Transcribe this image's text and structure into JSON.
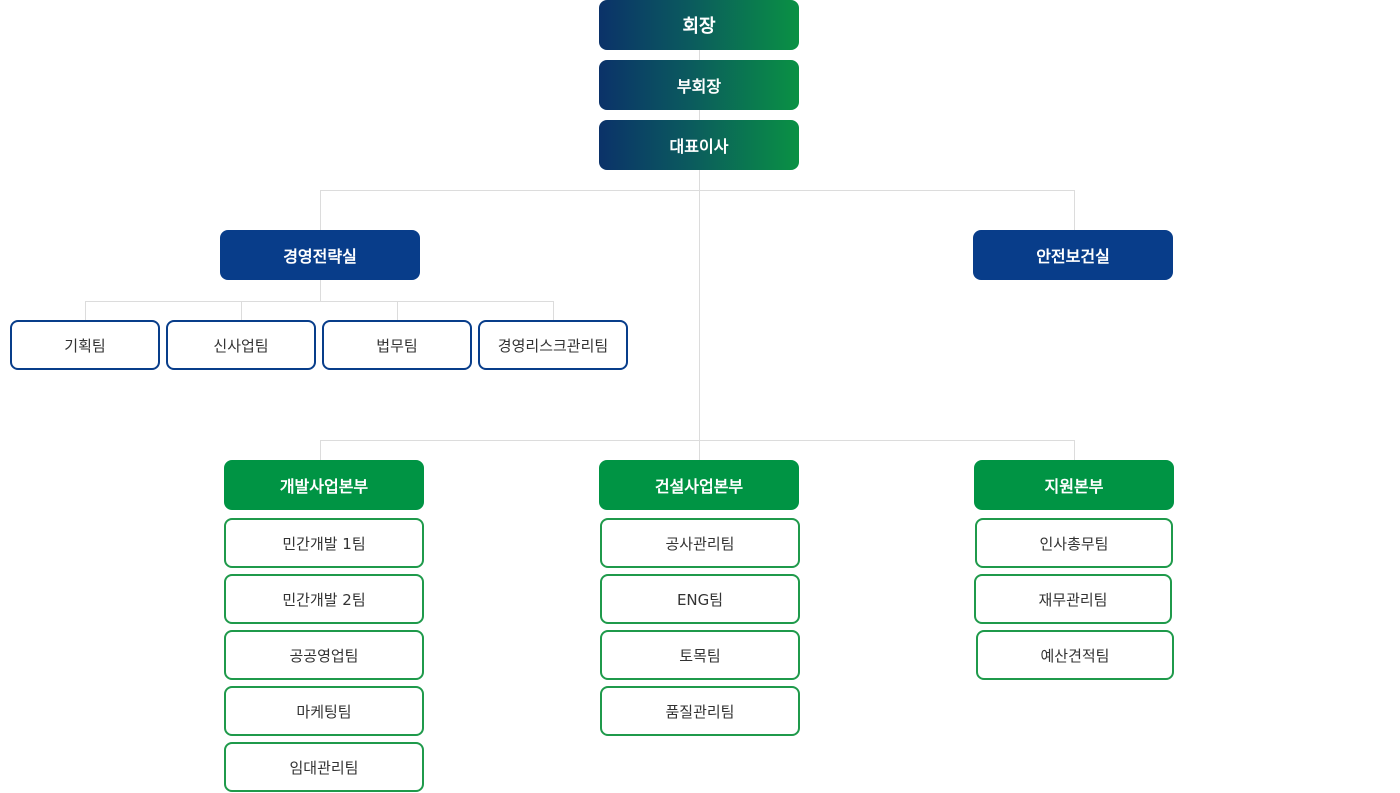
{
  "colors": {
    "navy": "#0b3269",
    "green": "#009444",
    "office_blue": "#083d8a",
    "team_green_border": "#1f9a4b",
    "connector": "#dcdcdc"
  },
  "executives": {
    "chairman": "회장",
    "vice_chairman": "부회장",
    "ceo": "대표이사"
  },
  "offices": {
    "strategy": {
      "label": "경영전략실",
      "teams": [
        "기획팀",
        "신사업팀",
        "법무팀",
        "경영리스크관리팀"
      ]
    },
    "safety": {
      "label": "안전보건실"
    }
  },
  "divisions": [
    {
      "label": "개발사업본부",
      "teams": [
        "민간개발 1팀",
        "민간개발 2팀",
        "공공영업팀",
        "마케팅팀",
        "임대관리팀"
      ]
    },
    {
      "label": "건설사업본부",
      "teams": [
        "공사관리팀",
        "ENG팀",
        "토목팀",
        "품질관리팀"
      ]
    },
    {
      "label": "지원본부",
      "teams": [
        "인사총무팀",
        "재무관리팀",
        "예산견적팀"
      ]
    }
  ]
}
